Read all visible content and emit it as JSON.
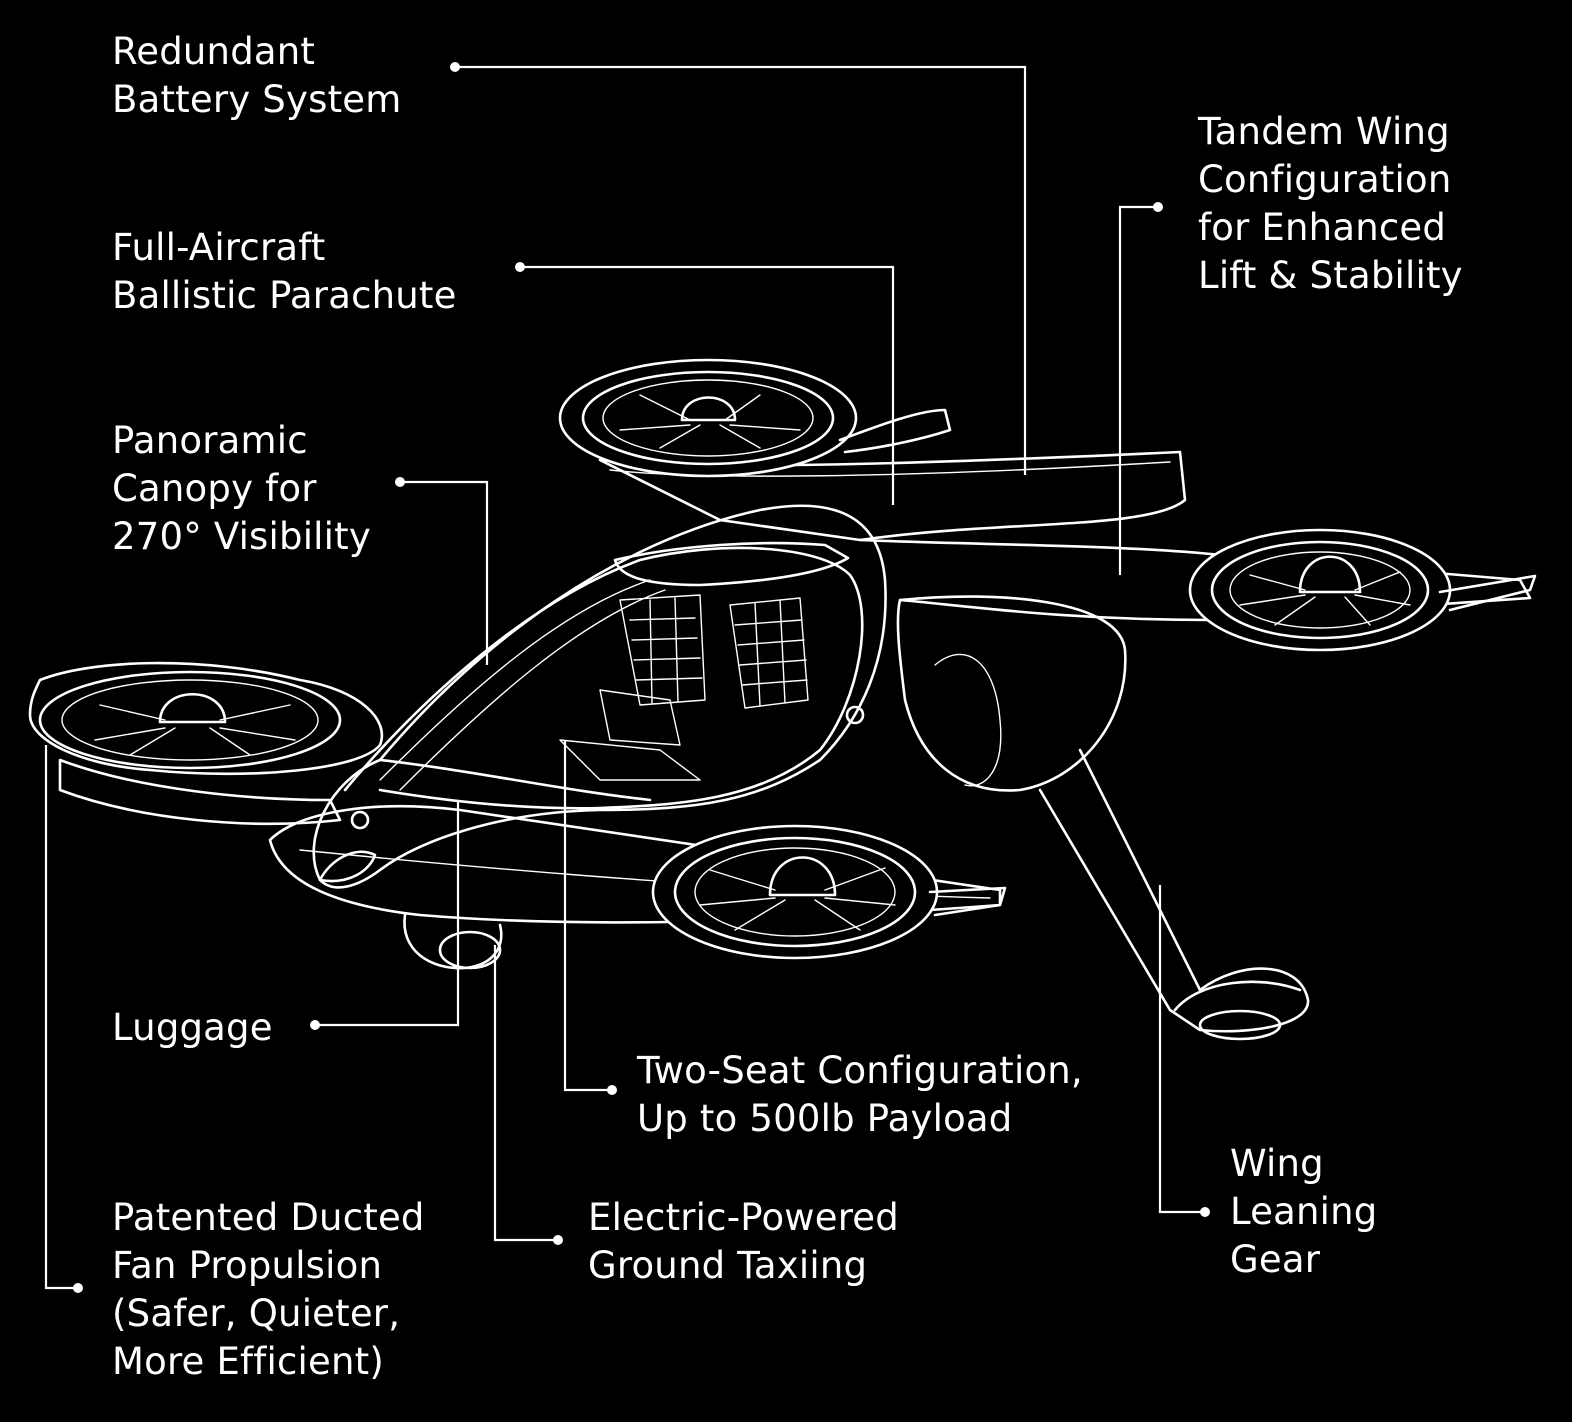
{
  "callouts": [
    {
      "id": "battery",
      "lines": [
        "Redundant",
        "Battery System"
      ]
    },
    {
      "id": "parachute",
      "lines": [
        "Full-Aircraft",
        "Ballistic Parachute"
      ]
    },
    {
      "id": "canopy",
      "lines": [
        "Panoramic",
        "Canopy for",
        "270° Visibility"
      ]
    },
    {
      "id": "luggage",
      "lines": [
        "Luggage"
      ]
    },
    {
      "id": "propulsion",
      "lines": [
        "Patented Ducted",
        "Fan Propulsion",
        "(Safer, Quieter,",
        "More Efficient)"
      ]
    },
    {
      "id": "taxiing",
      "lines": [
        "Electric-Powered",
        "Ground Taxiing"
      ]
    },
    {
      "id": "seats",
      "lines": [
        "Two-Seat Configuration,",
        "Up to 500lb Payload"
      ]
    },
    {
      "id": "tandem-wing",
      "lines": [
        "Tandem Wing",
        "Configuration",
        "for Enhanced",
        "Lift & Stability"
      ]
    },
    {
      "id": "gear",
      "lines": [
        "Wing",
        "Leaning",
        "Gear"
      ]
    }
  ],
  "colors": {
    "background": "#000000",
    "foreground": "#ffffff"
  }
}
